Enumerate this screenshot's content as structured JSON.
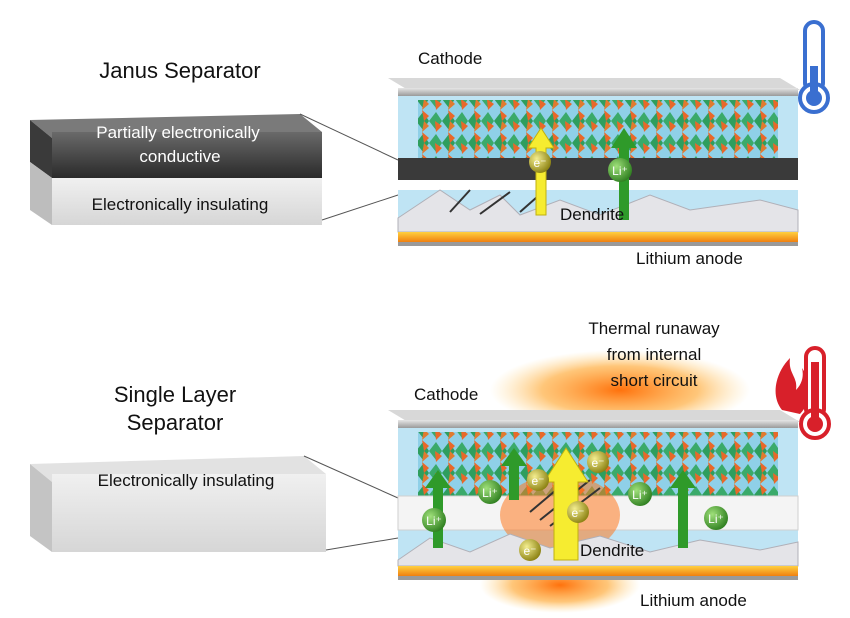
{
  "top": {
    "title": "Janus Separator",
    "layer_top": [
      "Partially electronically",
      "conductive"
    ],
    "layer_bottom": "Electronically insulating",
    "cathode": "Cathode",
    "anode": "Lithium anode",
    "dendrite": "Dendrite",
    "electron": "e⁻",
    "lithium": "Li⁺",
    "thermometer": "thermometer-normal-icon"
  },
  "bottom": {
    "title": [
      "Single Layer",
      "Separator"
    ],
    "layer": "Electronically insulating",
    "cathode": "Cathode",
    "anode": "Lithium anode",
    "dendrite": "Dendrite",
    "runaway": [
      "Thermal runaway",
      "from internal",
      "short circuit"
    ],
    "electron": "e⁻",
    "lithium": "Li⁺",
    "thermometer": "thermometer-hot-icon"
  },
  "colors": {
    "li_green": "#3a9a2e",
    "electron_yellow": "#d8c81a",
    "cool_blue": "#3a6fd0",
    "hot_red": "#d8202a",
    "anode_orange": "#f0a020"
  }
}
